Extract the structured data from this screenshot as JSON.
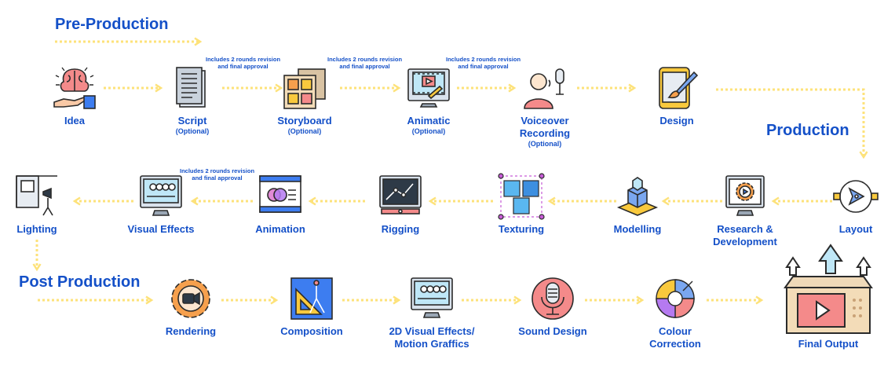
{
  "sections": {
    "pre_production": "Pre-Production",
    "production": "Production",
    "post_production": "Post Production"
  },
  "steps": {
    "idea": {
      "label": "Idea",
      "icon": "brain-hand-icon"
    },
    "script": {
      "label": "Script",
      "sub": "(Optional)",
      "icon": "script-document-icon"
    },
    "storyboard": {
      "label": "Storyboard",
      "sub": "(Optional)",
      "icon": "storyboard-panels-icon"
    },
    "animatic": {
      "label": "Animatic",
      "sub": "(Optional)",
      "icon": "animatic-monitor-icon"
    },
    "voiceover": {
      "label_1": "Voiceover",
      "label_2": "Recording",
      "sub": "(Optional)",
      "icon": "voiceover-person-mic-icon"
    },
    "design": {
      "label": "Design",
      "icon": "design-tablet-brush-icon"
    },
    "layout": {
      "label": "Layout",
      "icon": "pen-tool-icon"
    },
    "research": {
      "label_1": "Research &",
      "label_2": "Development",
      "icon": "gear-play-monitor-icon"
    },
    "modelling": {
      "label": "Modelling",
      "icon": "3d-cube-icon"
    },
    "texturing": {
      "label": "Texturing",
      "icon": "textured-cubes-icon"
    },
    "rigging": {
      "label": "Rigging",
      "icon": "rig-graph-monitor-icon"
    },
    "animation": {
      "label": "Animation",
      "icon": "animation-film-icon"
    },
    "visual_effects": {
      "label": "Visual Effects",
      "icon": "vfx-monitor-icon"
    },
    "lighting": {
      "label": "Lighting",
      "icon": "studio-light-icon"
    },
    "rendering": {
      "label": "Rendering",
      "icon": "gear-camera-icon"
    },
    "composition": {
      "label": "Composition",
      "icon": "compass-ruler-icon"
    },
    "motion_graphics": {
      "label_1": "2D Visual Effects/",
      "label_2": "Motion Graffics",
      "icon": "motion-graphics-monitor-icon"
    },
    "sound_design": {
      "label": "Sound Design",
      "icon": "microphone-icon"
    },
    "colour_correction": {
      "label_1": "Colour",
      "label_2": "Correction",
      "icon": "colour-wheel-icon"
    },
    "final_output": {
      "label": "Final Output",
      "icon": "upload-box-play-icon"
    }
  },
  "revision_note": {
    "line_1": "Includes 2 rounds revision",
    "line_2": "and final approval"
  },
  "colors": {
    "label_text": "#1450c8",
    "connector_arrow": "#fde27a",
    "icon_outline": "#2b2b2b"
  }
}
